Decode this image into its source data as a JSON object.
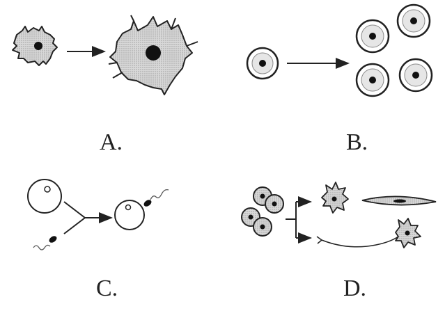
{
  "panels": [
    {
      "id": "A",
      "label": "A."
    },
    {
      "id": "B",
      "label": "B."
    },
    {
      "id": "C",
      "label": "C."
    },
    {
      "id": "D",
      "label": "D."
    }
  ],
  "colors": {
    "ink": "#222222",
    "cell_fill": "#cfcfcf",
    "paper": "#ffffff"
  }
}
